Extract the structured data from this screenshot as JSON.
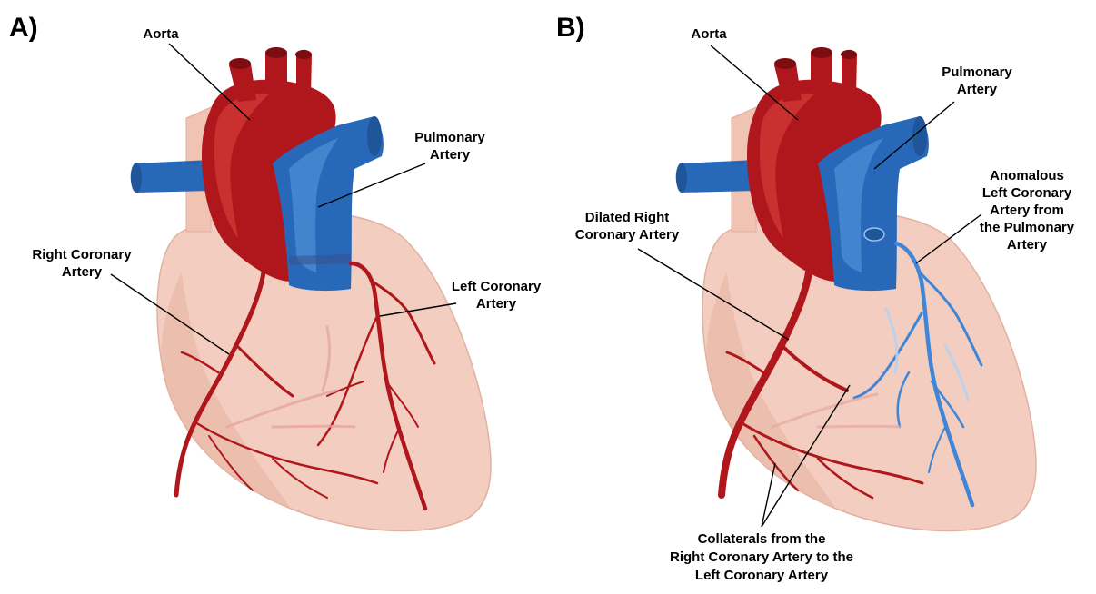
{
  "panels": [
    {
      "letter": "A)",
      "labels": {
        "aorta": "Aorta",
        "pulmonary_artery": [
          "Pulmonary",
          "Artery"
        ],
        "right_coronary": [
          "Right Coronary",
          "Artery"
        ],
        "left_coronary": [
          "Left Coronary",
          "Artery"
        ]
      }
    },
    {
      "letter": "B)",
      "labels": {
        "aorta": "Aorta",
        "pulmonary_artery": [
          "Pulmonary",
          "Artery"
        ],
        "dilated_right_coronary": [
          "Dilated Right",
          "Coronary Artery"
        ],
        "anomalous_left_coronary": [
          "Anomalous",
          "Left Coronary",
          "Artery from",
          "the Pulmonary",
          "Artery"
        ],
        "collaterals": [
          "Collaterals from the",
          "Right Coronary Artery to the",
          "Left Coronary Artery"
        ]
      }
    }
  ],
  "colors": {
    "heart_fill": "#f3cdbf",
    "heart_shadow": "#e3a999",
    "aorta": "#b0171c",
    "aorta_highlight": "#d23a36",
    "pulmonary": "#2868b8",
    "pulmonary_highlight": "#4e90d8",
    "coronary_red": "#b0171c",
    "coronary_blue": "#3f86d6",
    "leader_line": "#000000"
  }
}
